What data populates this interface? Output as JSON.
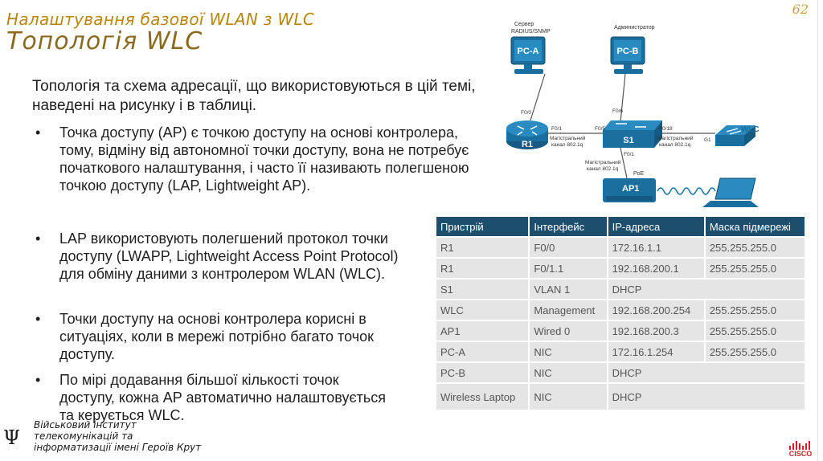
{
  "slide": {
    "page_number": "62",
    "title_line1": "Налаштування базової WLAN з WLC",
    "title_line2": "Топологія WLC",
    "intro": "Топологія та схема адресації, що використовуються в цій темі, наведені на рисунку і в таблиці.",
    "bullets": [
      "Точка доступу (AP) є точкою доступу на основі контролера, тому, відміну від автономної точки доступу, вона не потребує початкового налаштування, і часто її називають полегшеною точкою доступу (LAP, Lightweight AP).",
      "LAP використовують полегшений протокол точки доступу (LWAPP, Lightweight Access Point Protocol) для обміну даними з контролером WLAN (WLC).",
      "Точки доступу на основі контролера корисні в ситуаціях, коли в мережі потрібно багато точок доступу.",
      "По мірі додавання більшої кількості точок доступу, кожна AP автоматично налаштовується та керується WLC."
    ],
    "institute": "Військовий інститут телекомунікацій та інформатизації імені Героїв Крут",
    "logo_char": "Ψ",
    "brand": "CISCO"
  },
  "topology": {
    "pca_caption1": "Сервер",
    "pca_caption2": "RADIUS/SNMP",
    "pca_label": "PC-A",
    "pcb_caption": "Администратор",
    "pcb_label": "PC-B",
    "r1_label": "R1",
    "s1_label": "S1",
    "wlc_label": "WLC",
    "ap1_label": "AP1",
    "poe_label": "PoE",
    "if_r1_f00": "F0/0",
    "if_s1_f06": "F0/6",
    "if_r1_f01": "F0/1",
    "if_s1_f05": "F0/5",
    "if_s1_f018": "F0/18",
    "if_wlc_g1": "G1",
    "if_s1_f01": "F0/1",
    "trunk1a": "Магістральний",
    "trunk1b": "канал 802.1q",
    "trunk2a": "Магістральний",
    "trunk2b": "канал 802.1q",
    "trunk3a": "Магістральний",
    "trunk3b": "канал 802.1q"
  },
  "table": {
    "headers": [
      "Пристрій",
      "Інтерфейс",
      "IP-адреса",
      "Маска підмережі"
    ],
    "rows": [
      [
        "R1",
        "F0/0",
        "172.16.1.1",
        "255.255.255.0"
      ],
      [
        "R1",
        "F0/1.1",
        "192.168.200.1",
        "255.255.255.0"
      ],
      [
        "S1",
        "VLAN 1",
        "DHCP",
        ""
      ],
      [
        "WLC",
        "Management",
        "192.168.200.254",
        "255.255.255.0"
      ],
      [
        "AP1",
        "Wired 0",
        "192.168.200.3",
        "255.255.255.0"
      ],
      [
        "PC-A",
        "NIC",
        "172.16.1.254",
        "255.255.255.0"
      ],
      [
        "PC-B",
        "NIC",
        "DHCP",
        ""
      ],
      [
        "Wireless Laptop",
        "NIC",
        "DHCP",
        ""
      ]
    ]
  },
  "colors": {
    "title1": "#b8860b",
    "title2": "#8b6a1f",
    "header_bg": "#1d4e6e",
    "cell_bg": "#e5e5e5",
    "device_blue": "#1a6f9e"
  }
}
